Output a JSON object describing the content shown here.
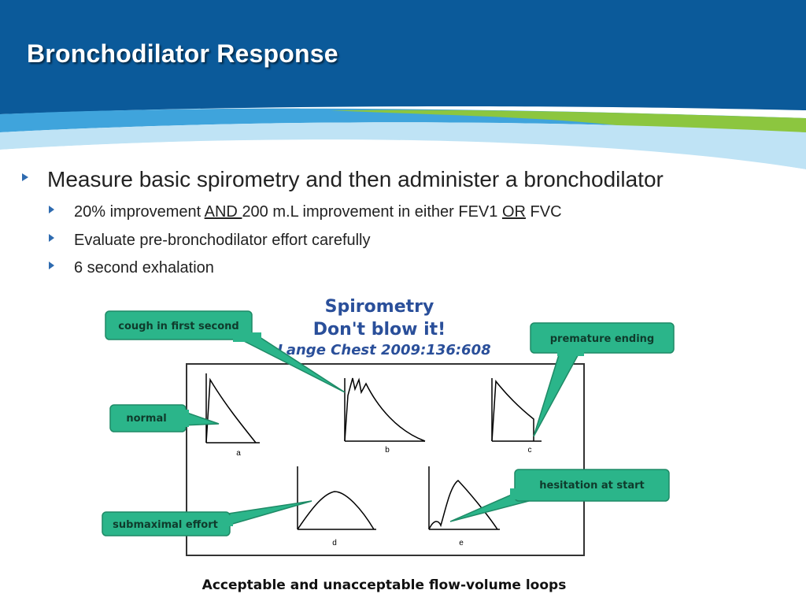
{
  "slide": {
    "title": "Bronchodilator Response",
    "main_bullet": "Measure basic spirometry and then administer a bronchodilator",
    "sub_bullets": [
      {
        "parts": [
          "20% improvement ",
          "AND ",
          "200 m.L improvement in either FEV1 ",
          "OR",
          " FVC"
        ]
      },
      {
        "text": "Evaluate pre-bronchodilator effort carefully"
      },
      {
        "text": "6 second exhalation"
      }
    ]
  },
  "figure": {
    "heading_line1": "Spirometry",
    "heading_line2": "Don't blow it!",
    "citation": "Lange   Chest 2009:136:608",
    "callouts": {
      "cough": "cough in first second",
      "premature": "premature ending",
      "normal": "normal",
      "hesitation": "hesitation at start",
      "submaximal": "submaximal effort"
    },
    "panel_labels": [
      "a",
      "b",
      "c",
      "d",
      "e"
    ],
    "caption": "Acceptable and unacceptable flow-volume loops",
    "colors": {
      "callout_fill": "#2bb58a",
      "callout_stroke": "#1e8a66",
      "heading": "#2a4f9a"
    }
  },
  "theme": {
    "header_blue": "#0b5a9a",
    "arrow_blue": "#2e6bb0",
    "accent_green": "#8cc63f"
  }
}
